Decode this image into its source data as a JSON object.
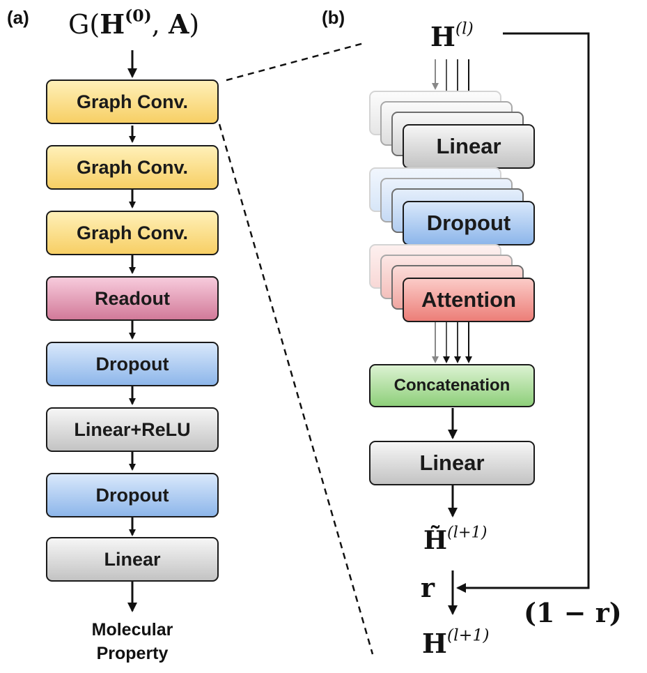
{
  "panel_a": {
    "label": "(a)",
    "input": {
      "fn": "G(",
      "h": "H",
      "h_sup": "(0)",
      "sep": ", ",
      "a": "A",
      "close": ")"
    },
    "blocks": [
      "Graph Conv.",
      "Graph Conv.",
      "Graph Conv.",
      "Readout",
      "Dropout",
      "Linear+ReLU",
      "Dropout",
      "Linear"
    ],
    "output_line1": "Molecular",
    "output_line2": "Property"
  },
  "panel_b": {
    "label": "(b)",
    "input": {
      "h": "H",
      "sup": "(l)"
    },
    "blocks": [
      "Linear",
      "Dropout",
      "Attention",
      "Concatenation",
      "Linear"
    ],
    "intermediate": {
      "h": "H̃",
      "sup": "(l+1)"
    },
    "gate_r": "r",
    "gate_complement": "(1 − r)",
    "output": {
      "h": "H",
      "sup": "(l+1)"
    }
  },
  "colors": {
    "graph_conv": "#f7cf65",
    "readout": "#d27a99",
    "dropout": "#8db6ea",
    "linear": "#c3c3c3",
    "attention": "#ec7e78",
    "concatenation": "#8ecf7a"
  }
}
